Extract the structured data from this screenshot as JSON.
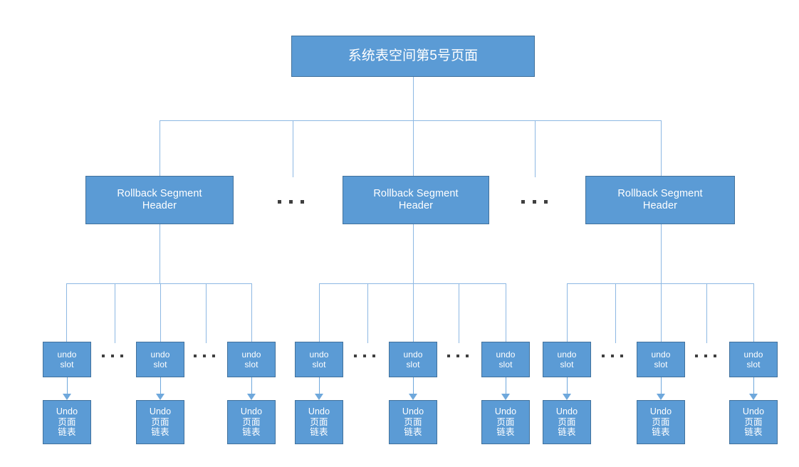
{
  "diagram": {
    "title": "系统表空间第5号页面",
    "palette": {
      "box_fill": "#5B9BD5",
      "box_border": "#41719C",
      "connector": "#8DB8E3",
      "arrow": "#6FA8DC",
      "text": "#FFFFFF",
      "background": "#FFFFFF",
      "ellipsis_dot": "#3F3F3F"
    },
    "root": {
      "label": "系统表空间第5号页面"
    },
    "level2_label": "Rollback Segment\nHeader",
    "level3_label": "undo\nslot",
    "level4_label": "Undo\n页面\n链表",
    "ellipsis_text": "...",
    "groups": [
      {
        "header": "Rollback Segment\nHeader",
        "slots": [
          {
            "slot": "undo\nslot",
            "page": "Undo\n页面\n链表"
          },
          {
            "slot": "undo\nslot",
            "page": "Undo\n页面\n链表"
          },
          {
            "slot": "undo\nslot",
            "page": "Undo\n页面\n链表"
          }
        ]
      },
      {
        "header": "Rollback Segment\nHeader",
        "slots": [
          {
            "slot": "undo\nslot",
            "page": "Undo\n页面\n链表"
          },
          {
            "slot": "undo\nslot",
            "page": "Undo\n页面\n链表"
          },
          {
            "slot": "undo\nslot",
            "page": "Undo\n页面\n链表"
          }
        ]
      },
      {
        "header": "Rollback Segment\nHeader",
        "slots": [
          {
            "slot": "undo\nslot",
            "page": "Undo\n页面\n链表"
          },
          {
            "slot": "undo\nslot",
            "page": "Undo\n页面\n链表"
          },
          {
            "slot": "undo\nslot",
            "page": "Undo\n页面\n链表"
          }
        ]
      }
    ]
  }
}
